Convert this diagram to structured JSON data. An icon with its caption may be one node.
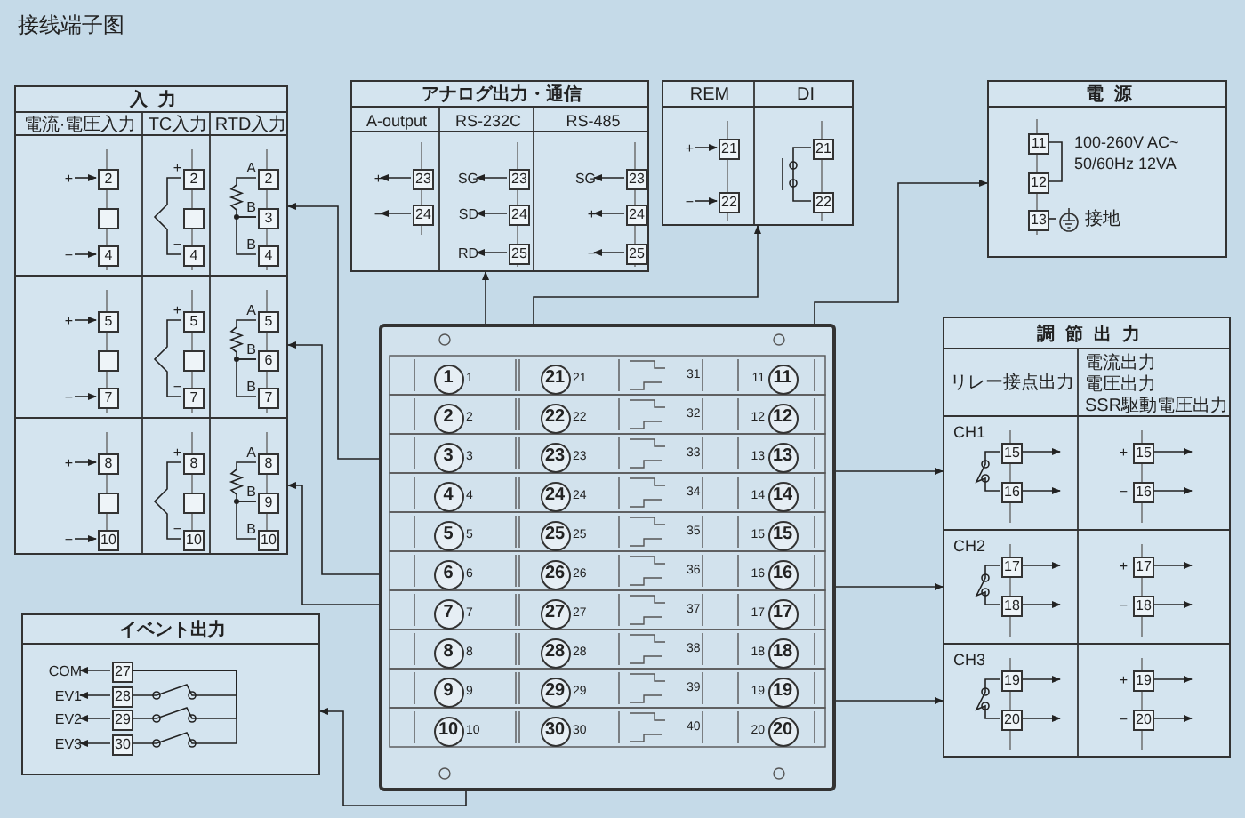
{
  "diagram": {
    "title": "接线端子图",
    "nodes": [
      {
        "text": [
          "入力",
          "電流·電圧入力",
          "TC入力",
          "RTD入力"
        ]
      },
      {
        "text": [
          "2"
        ],
        "in": 0,
        "beside": [
          "+"
        ]
      },
      {
        "text": [],
        "shape": "box",
        "in": 0
      },
      {
        "text": [
          "4"
        ],
        "in": 0,
        "beside": [
          "−"
        ]
      },
      {
        "text": [
          "2"
        ],
        "in": 0,
        "beside": [
          "+"
        ]
      },
      {
        "text": [],
        "shape": "box",
        "in": 0
      },
      {
        "text": [
          "4"
        ],
        "in": 0,
        "beside": [
          "−"
        ]
      },
      {
        "text": [
          "2"
        ],
        "in": 0,
        "beside": [
          "A"
        ]
      },
      {
        "text": [
          "3"
        ],
        "in": 0,
        "beside": [
          "B"
        ]
      },
      {
        "text": [
          "4"
        ],
        "in": 0,
        "beside": [
          "B"
        ]
      },
      {
        "text": [
          "5"
        ],
        "in": 0,
        "beside": [
          "+"
        ]
      },
      {
        "text": [],
        "shape": "box",
        "in": 0
      },
      {
        "text": [
          "7"
        ],
        "in": 0,
        "beside": [
          "−"
        ]
      },
      {
        "text": [
          "5"
        ],
        "in": 0,
        "beside": [
          "+"
        ]
      },
      {
        "text": [],
        "shape": "box",
        "in": 0
      },
      {
        "text": [
          "7"
        ],
        "in": 0,
        "beside": [
          "−"
        ]
      },
      {
        "text": [
          "5"
        ],
        "in": 0,
        "beside": [
          "A"
        ]
      },
      {
        "text": [
          "6"
        ],
        "in": 0,
        "beside": [
          "B"
        ]
      },
      {
        "text": [
          "7"
        ],
        "in": 0,
        "beside": [
          "B"
        ]
      },
      {
        "text": [
          "8"
        ],
        "in": 0,
        "beside": [
          "+"
        ]
      },
      {
        "text": [],
        "shape": "box",
        "in": 0
      },
      {
        "text": [
          "10"
        ],
        "in": 0,
        "beside": [
          "−"
        ]
      },
      {
        "text": [
          "8"
        ],
        "in": 0,
        "beside": [
          "+"
        ]
      },
      {
        "text": [],
        "shape": "box",
        "in": 0
      },
      {
        "text": [
          "10"
        ],
        "in": 0,
        "beside": [
          "−"
        ]
      },
      {
        "text": [
          "8"
        ],
        "in": 0,
        "beside": [
          "A"
        ]
      },
      {
        "text": [
          "9"
        ],
        "in": 0,
        "beside": [
          "B"
        ]
      },
      {
        "text": [
          "10"
        ],
        "in": 0,
        "beside": [
          "B"
        ]
      },
      {
        "text": [
          "アナログ出力・通信",
          "A-output",
          "RS-232C",
          "RS-485"
        ]
      },
      {
        "text": [
          "23"
        ],
        "in": 28
      },
      {
        "text": [
          "24"
        ],
        "in": 28
      },
      {
        "text": [
          "23"
        ],
        "in": 28
      },
      {
        "text": [
          "24"
        ],
        "in": 28
      },
      {
        "text": [
          "25"
        ],
        "in": 28
      },
      {
        "text": [
          "23"
        ],
        "in": 28
      },
      {
        "text": [
          "24"
        ],
        "in": 28
      },
      {
        "text": [
          "25"
        ],
        "in": 28
      },
      {
        "text": [
          "REM",
          "DI"
        ]
      },
      {
        "text": [
          "21"
        ],
        "in": 37,
        "beside": [
          "+"
        ]
      },
      {
        "text": [
          "22"
        ],
        "in": 37,
        "beside": [
          "−"
        ]
      },
      {
        "text": [
          "21"
        ],
        "in": 37
      },
      {
        "text": [
          "22"
        ],
        "in": 37
      },
      {
        "text": [
          "電源",
          "100-260V AC~ 50/60Hz 12VA"
        ]
      },
      {
        "text": [
          "11"
        ],
        "in": 42
      },
      {
        "text": [
          "12"
        ],
        "in": 42
      },
      {
        "text": [
          "13"
        ],
        "in": 42
      },
      {
        "text": [],
        "shape": "picture",
        "in": 42,
        "beside": [
          "接地"
        ]
      },
      {
        "text": [],
        "shape": "box"
      },
      {
        "text": [
          "1"
        ],
        "in": 47,
        "beside": [
          "1"
        ]
      },
      {
        "text": [
          "21"
        ],
        "in": 47,
        "beside": [
          "21"
        ]
      },
      {
        "text": [
          "11"
        ],
        "in": 47,
        "beside": [
          "11"
        ]
      },
      {
        "text": [
          "2"
        ],
        "in": 47,
        "beside": [
          "2"
        ]
      },
      {
        "text": [
          "22"
        ],
        "in": 47,
        "beside": [
          "22"
        ]
      },
      {
        "text": [
          "12"
        ],
        "in": 47,
        "beside": [
          "12"
        ]
      },
      {
        "text": [
          "3"
        ],
        "in": 47,
        "beside": [
          "3"
        ]
      },
      {
        "text": [
          "23"
        ],
        "in": 47,
        "beside": [
          "23"
        ]
      },
      {
        "text": [
          "13"
        ],
        "in": 47,
        "beside": [
          "13"
        ]
      },
      {
        "text": [
          "4"
        ],
        "in": 47,
        "beside": [
          "4"
        ]
      },
      {
        "text": [
          "24"
        ],
        "in": 47,
        "beside": [
          "24"
        ]
      },
      {
        "text": [
          "14"
        ],
        "in": 47,
        "beside": [
          "14"
        ]
      },
      {
        "text": [
          "5"
        ],
        "in": 47,
        "beside": [
          "5"
        ]
      },
      {
        "text": [
          "25"
        ],
        "in": 47,
        "beside": [
          "25"
        ]
      },
      {
        "text": [
          "15"
        ],
        "in": 47,
        "beside": [
          "15"
        ]
      },
      {
        "text": [
          "6"
        ],
        "in": 47,
        "beside": [
          "6"
        ]
      },
      {
        "text": [
          "26"
        ],
        "in": 47,
        "beside": [
          "26"
        ]
      },
      {
        "text": [
          "16"
        ],
        "in": 47,
        "beside": [
          "16"
        ]
      },
      {
        "text": [
          "7"
        ],
        "in": 47,
        "beside": [
          "7"
        ]
      },
      {
        "text": [
          "27"
        ],
        "in": 47,
        "beside": [
          "27"
        ]
      },
      {
        "text": [
          "17"
        ],
        "in": 47,
        "beside": [
          "17"
        ]
      },
      {
        "text": [
          "8"
        ],
        "in": 47,
        "beside": [
          "8"
        ]
      },
      {
        "text": [
          "28"
        ],
        "in": 47,
        "beside": [
          "28"
        ]
      },
      {
        "text": [
          "18"
        ],
        "in": 47,
        "beside": [
          "18"
        ]
      },
      {
        "text": [
          "9"
        ],
        "in": 47,
        "beside": [
          "9"
        ]
      },
      {
        "text": [
          "29"
        ],
        "in": 47,
        "beside": [
          "29"
        ]
      },
      {
        "text": [
          "19"
        ],
        "in": 47,
        "beside": [
          "19"
        ]
      },
      {
        "text": [
          "10"
        ],
        "in": 47,
        "beside": [
          "10"
        ]
      },
      {
        "text": [
          "30"
        ],
        "in": 47,
        "beside": [
          "30"
        ]
      },
      {
        "text": [
          "20"
        ],
        "in": 47,
        "beside": [
          "20"
        ]
      },
      {
        "text": [
          "調節出力",
          "リレー接点出力",
          "電流出力",
          "電圧出力",
          "SSR駆動電圧出力",
          "CH1",
          "CH2",
          "CH3"
        ]
      },
      {
        "text": [
          "15"
        ],
        "in": 78
      },
      {
        "text": [
          "16"
        ],
        "in": 78
      },
      {
        "text": [
          "15"
        ],
        "in": 78,
        "beside": [
          "+"
        ]
      },
      {
        "text": [
          "16"
        ],
        "in": 78,
        "beside": [
          "−"
        ]
      },
      {
        "text": [
          "17"
        ],
        "in": 78
      },
      {
        "text": [
          "18"
        ],
        "in": 78
      },
      {
        "text": [
          "17"
        ],
        "in": 78,
        "beside": [
          "+"
        ]
      },
      {
        "text": [
          "18"
        ],
        "in": 78,
        "beside": [
          "−"
        ]
      },
      {
        "text": [
          "19"
        ],
        "in": 78
      },
      {
        "text": [
          "20"
        ],
        "in": 78
      },
      {
        "text": [
          "19"
        ],
        "in": 78,
        "beside": [
          "+"
        ]
      },
      {
        "text": [
          "20"
        ],
        "in": 78,
        "beside": [
          "−"
        ]
      },
      {
        "text": [
          "イベント出力"
        ]
      },
      {
        "text": [
          "27"
        ],
        "in": 91
      },
      {
        "text": [
          "28"
        ],
        "in": 91
      },
      {
        "text": [
          "29"
        ],
        "in": 91
      },
      {
        "text": [
          "30"
        ],
        "in": 91
      },
      {
        "text": [
          "+"
        ],
        "in": 28
      },
      {
        "text": [
          "−"
        ],
        "in": 28
      },
      {
        "text": [
          "SG"
        ],
        "in": 28
      },
      {
        "text": [
          "SD"
        ],
        "in": 28
      },
      {
        "text": [
          "RD"
        ],
        "in": 28
      },
      {
        "text": [
          "SG"
        ],
        "in": 28
      },
      {
        "text": [
          "+"
        ],
        "in": 28
      },
      {
        "text": [
          "−"
        ],
        "in": 28
      },
      {
        "text": [
          "COM"
        ],
        "in": 91
      },
      {
        "text": [
          "EV1"
        ],
        "in": 91
      },
      {
        "text": [
          "EV2"
        ],
        "in": 91
      },
      {
        "text": [
          "EV3"
        ],
        "in": 91
      }
    ],
    "edges": [
      {
        "from": null,
        "to": 1,
        "arrow": "to"
      },
      {
        "from": null,
        "to": 3,
        "arrow": "to"
      },
      {
        "from": 4,
        "to": 6,
        "arrow": "none"
      },
      {
        "from": 7,
        "to": 8,
        "arrow": "none"
      },
      {
        "from": 8,
        "to": 9,
        "arrow": "none"
      },
      {
        "from": null,
        "to": 10,
        "arrow": "to"
      },
      {
        "from": null,
        "to": 12,
        "arrow": "to"
      },
      {
        "from": 13,
        "to": 15,
        "arrow": "none"
      },
      {
        "from": 16,
        "to": 17,
        "arrow": "none"
      },
      {
        "from": 17,
        "to": 18,
        "arrow": "none"
      },
      {
        "from": null,
        "to": 19,
        "arrow": "to"
      },
      {
        "from": null,
        "to": 21,
        "arrow": "to"
      },
      {
        "from": 22,
        "to": 24,
        "arrow": "none"
      },
      {
        "from": 25,
        "to": 26,
        "arrow": "none"
      },
      {
        "from": 26,
        "to": 27,
        "arrow": "none"
      },
      {
        "from": 29,
        "to": 96,
        "arrow": "to"
      },
      {
        "from": 30,
        "to": 97,
        "arrow": "to"
      },
      {
        "from": 31,
        "to": 98,
        "arrow": "to"
      },
      {
        "from": 32,
        "to": 99,
        "arrow": "to"
      },
      {
        "from": 33,
        "to": 100,
        "arrow": "to"
      },
      {
        "from": 34,
        "to": 101,
        "arrow": "to"
      },
      {
        "from": 35,
        "to": 102,
        "arrow": "to"
      },
      {
        "from": 36,
        "to": 103,
        "arrow": "to"
      },
      {
        "from": null,
        "to": 38,
        "arrow": "to"
      },
      {
        "from": null,
        "to": 39,
        "arrow": "to"
      },
      {
        "from": 40,
        "to": 41,
        "arrow": "none"
      },
      {
        "from": 43,
        "to": 44,
        "arrow": "none"
      },
      {
        "from": 45,
        "to": 46,
        "arrow": "none"
      },
      {
        "from": 79,
        "to": null,
        "arrow": "to"
      },
      {
        "from": 80,
        "to": null,
        "arrow": "to"
      },
      {
        "from": 79,
        "to": 80,
        "arrow": "none"
      },
      {
        "from": 81,
        "to": null,
        "arrow": "to"
      },
      {
        "from": 82,
        "to": null,
        "arrow": "to"
      },
      {
        "from": 83,
        "to": null,
        "arrow": "to"
      },
      {
        "from": 84,
        "to": null,
        "arrow": "to"
      },
      {
        "from": 83,
        "to": 84,
        "arrow": "none"
      },
      {
        "from": 85,
        "to": null,
        "arrow": "to"
      },
      {
        "from": 86,
        "to": null,
        "arrow": "to"
      },
      {
        "from": 87,
        "to": null,
        "arrow": "to"
      },
      {
        "from": 88,
        "to": null,
        "arrow": "to"
      },
      {
        "from": 87,
        "to": 88,
        "arrow": "none"
      },
      {
        "from": 89,
        "to": null,
        "arrow": "to"
      },
      {
        "from": 90,
        "to": null,
        "arrow": "to"
      },
      {
        "from": 92,
        "to": 104,
        "arrow": "to"
      },
      {
        "from": 93,
        "to": 105,
        "arrow": "to"
      },
      {
        "from": 94,
        "to": 106,
        "arrow": "to"
      },
      {
        "from": 95,
        "to": 107,
        "arrow": "to"
      },
      {
        "from": 93,
        "to": 92,
        "arrow": "none"
      },
      {
        "from": 94,
        "to": 92,
        "arrow": "none"
      },
      {
        "from": 95,
        "to": 92,
        "arrow": "none"
      },
      {
        "from": 47,
        "to": 0,
        "arrow": "to"
      },
      {
        "from": 47,
        "to": 0,
        "arrow": "to"
      },
      {
        "from": 47,
        "to": 0,
        "arrow": "to"
      },
      {
        "from": 47,
        "to": 91,
        "arrow": "to"
      },
      {
        "from": 47,
        "to": 28,
        "arrow": "to"
      },
      {
        "from": 47,
        "to": 37,
        "arrow": "to"
      },
      {
        "from": 47,
        "to": 42,
        "arrow": "to"
      },
      {
        "from": 47,
        "to": 78,
        "arrow": "to"
      },
      {
        "from": 47,
        "to": 78,
        "arrow": "to"
      },
      {
        "from": 47,
        "to": 78,
        "arrow": "to"
      }
    ],
    "labels": [
      "31",
      "32",
      "33",
      "34",
      "35",
      "36",
      "37",
      "38",
      "39",
      "40"
    ]
  }
}
